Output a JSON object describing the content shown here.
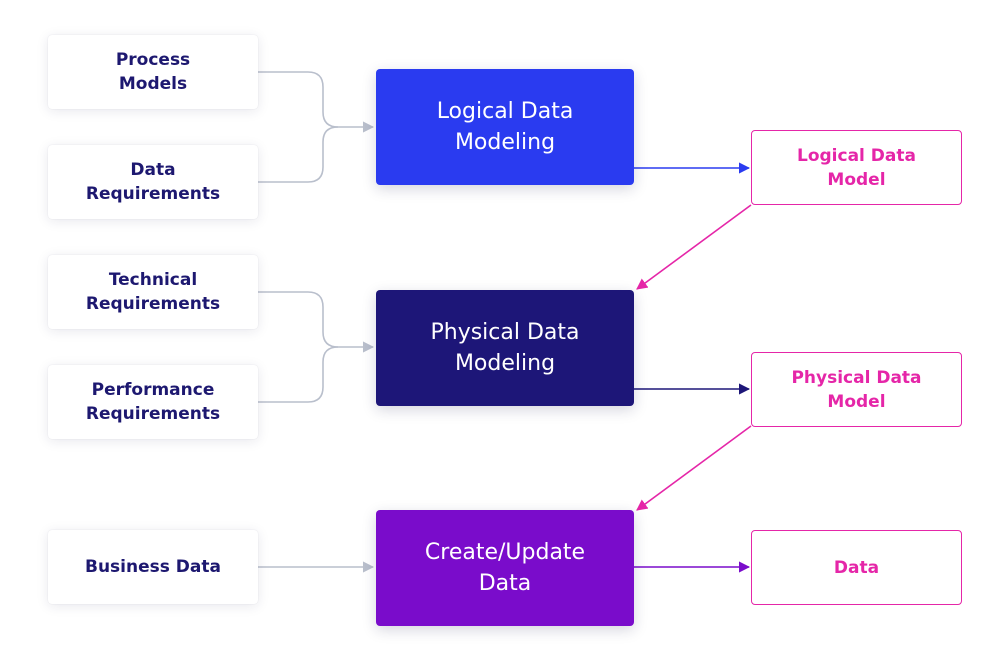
{
  "colors": {
    "input_text": "#1d1870",
    "gray_connector": "#b9bfcc",
    "logical_modeling": "#2a3bf0",
    "physical_modeling": "#1d1678",
    "create_update": "#7a0ccb",
    "output_pink": "#e526a8"
  },
  "inputs": {
    "process_models": "Process\nModels",
    "data_requirements": "Data\nRequirements",
    "technical_requirements": "Technical\nRequirements",
    "performance_requirements": "Performance\nRequirements",
    "business_data": "Business Data"
  },
  "processes": {
    "logical_data_modeling": "Logical Data\nModeling",
    "physical_data_modeling": "Physical Data\nModeling",
    "create_update_data": "Create/Update\nData"
  },
  "outputs": {
    "logical_data_model": "Logical Data\nModel",
    "physical_data_model": "Physical Data\nModel",
    "data": "Data"
  }
}
